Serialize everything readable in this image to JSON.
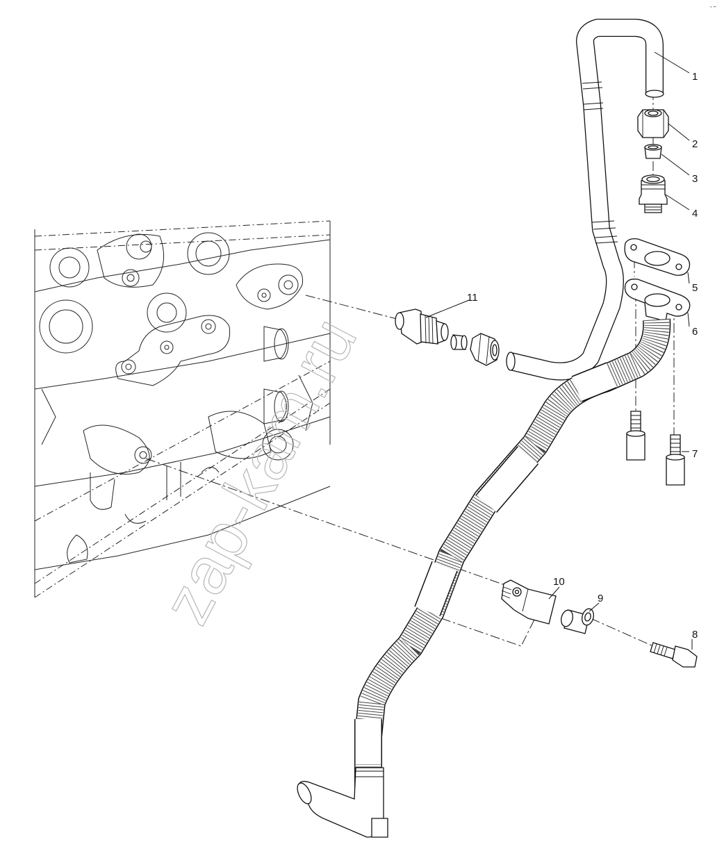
{
  "watermark": "zap-kam.ru",
  "corner_mark": "▪ ━",
  "callouts": [
    {
      "id": "1",
      "label": "1"
    },
    {
      "id": "2",
      "label": "2"
    },
    {
      "id": "3",
      "label": "3"
    },
    {
      "id": "4",
      "label": "4"
    },
    {
      "id": "5",
      "label": "5"
    },
    {
      "id": "6",
      "label": "6"
    },
    {
      "id": "7",
      "label": "7"
    },
    {
      "id": "8",
      "label": "8"
    },
    {
      "id": "9",
      "label": "9"
    },
    {
      "id": "10",
      "label": "10"
    },
    {
      "id": "11",
      "label": "11"
    }
  ],
  "colors": {
    "line": "#111111",
    "background": "#ffffff",
    "watermark": "#b5b5b5"
  }
}
